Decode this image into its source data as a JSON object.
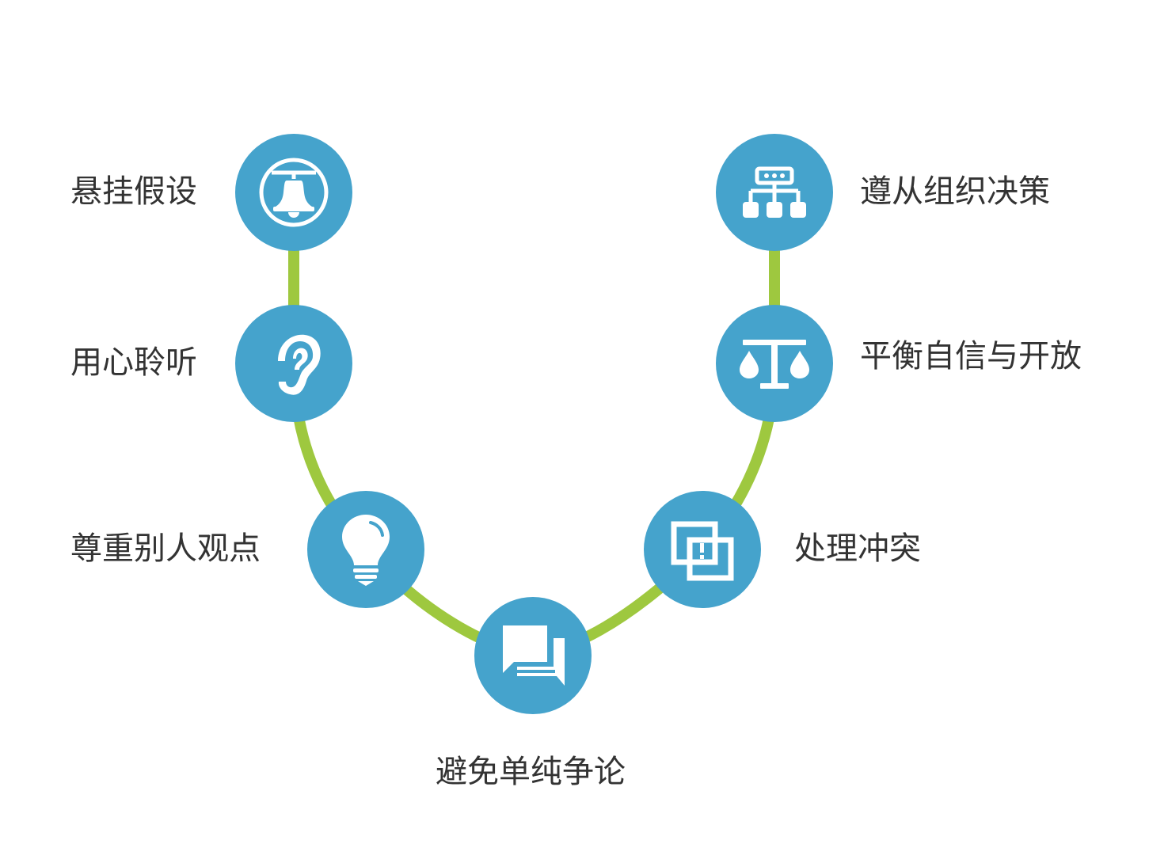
{
  "colors": {
    "node_fill": "#45a3cc",
    "connector": "#9ec83f",
    "icon": "#ffffff",
    "text": "#333333"
  },
  "nodes": [
    {
      "label": "悬挂假设",
      "icon": "bell-icon"
    },
    {
      "label": "用心聆听",
      "icon": "ear-icon"
    },
    {
      "label": "尊重别人观点",
      "icon": "lightbulb-icon"
    },
    {
      "label": "避免单纯争论",
      "icon": "chat-bubbles-icon"
    },
    {
      "label": "处理冲突",
      "icon": "conflict-alert-icon"
    },
    {
      "label": "平衡自信与开放",
      "icon": "balance-scale-icon"
    },
    {
      "label": "遵从组织决策",
      "icon": "org-chart-icon"
    }
  ]
}
